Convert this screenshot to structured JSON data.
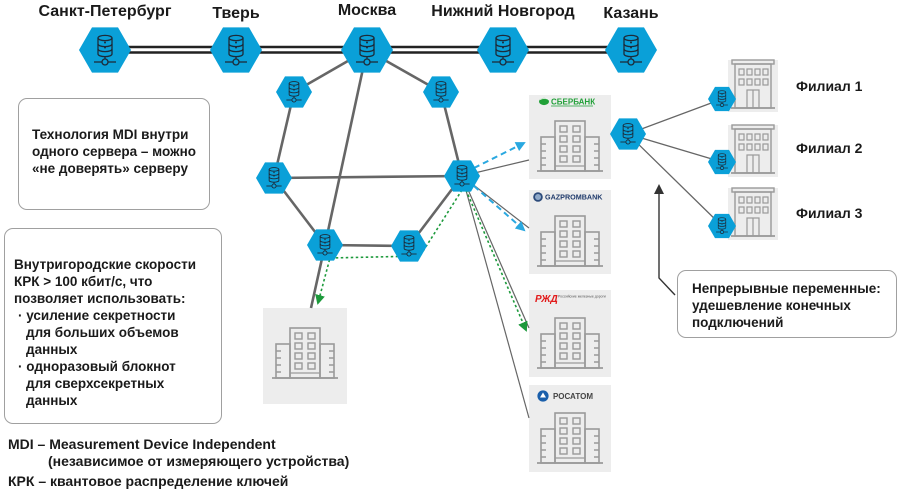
{
  "backbone_cities": [
    "Санкт-Петербург",
    "Тверь",
    "Москва",
    "Нижний Новгород",
    "Казань"
  ],
  "box_mdi": {
    "arrow_color": "#29a8e0",
    "lines": [
      "Технология MDI внутри",
      "одного сервера – можно",
      "«не доверять» серверу"
    ]
  },
  "box_city": {
    "arrow_color": "#1d9a3c",
    "lines": [
      "Внутригородские скорости",
      "КРК > 100 кбит/с, что",
      "позволяет использовать:"
    ],
    "bullets": [
      [
        "усиление секретности",
        "для больших объемов",
        "данных"
      ],
      [
        "одноразовый блокнот",
        "для сверхсекретных",
        "данных"
      ]
    ]
  },
  "box_cv": {
    "lines": [
      "Непрерывные переменные:",
      "удешевление конечных",
      "подключений"
    ]
  },
  "legend": {
    "mdi_line1": "MDI – Measurement Device Independent",
    "mdi_line2": "(независимое от измеряющего устройства)",
    "krk": "КРК – квантовое распределение ключей"
  },
  "organizations": [
    {
      "name": "СБЕРБАНК",
      "logo": "sberbank-logo"
    },
    {
      "name": "GAZPROMBANK",
      "logo": "gazprombank-logo"
    },
    {
      "name": "РЖД",
      "subtitle": "Российские железные дороги",
      "logo": "rzd-logo"
    },
    {
      "name": "РОСАТОМ",
      "logo": "rosatom-logo"
    }
  ],
  "branches": [
    "Филиал 1",
    "Филиал 2",
    "Филиал 3"
  ],
  "colors": {
    "node": "#0aa0d8",
    "node_icon": "#1c2b3a",
    "link": "#666666",
    "backbone": "#222222",
    "building_bg": "#ededed",
    "building_stroke": "#9a9a9a",
    "mdi_arrow": "#29a8e0",
    "city_arrow": "#1d9a3c"
  }
}
